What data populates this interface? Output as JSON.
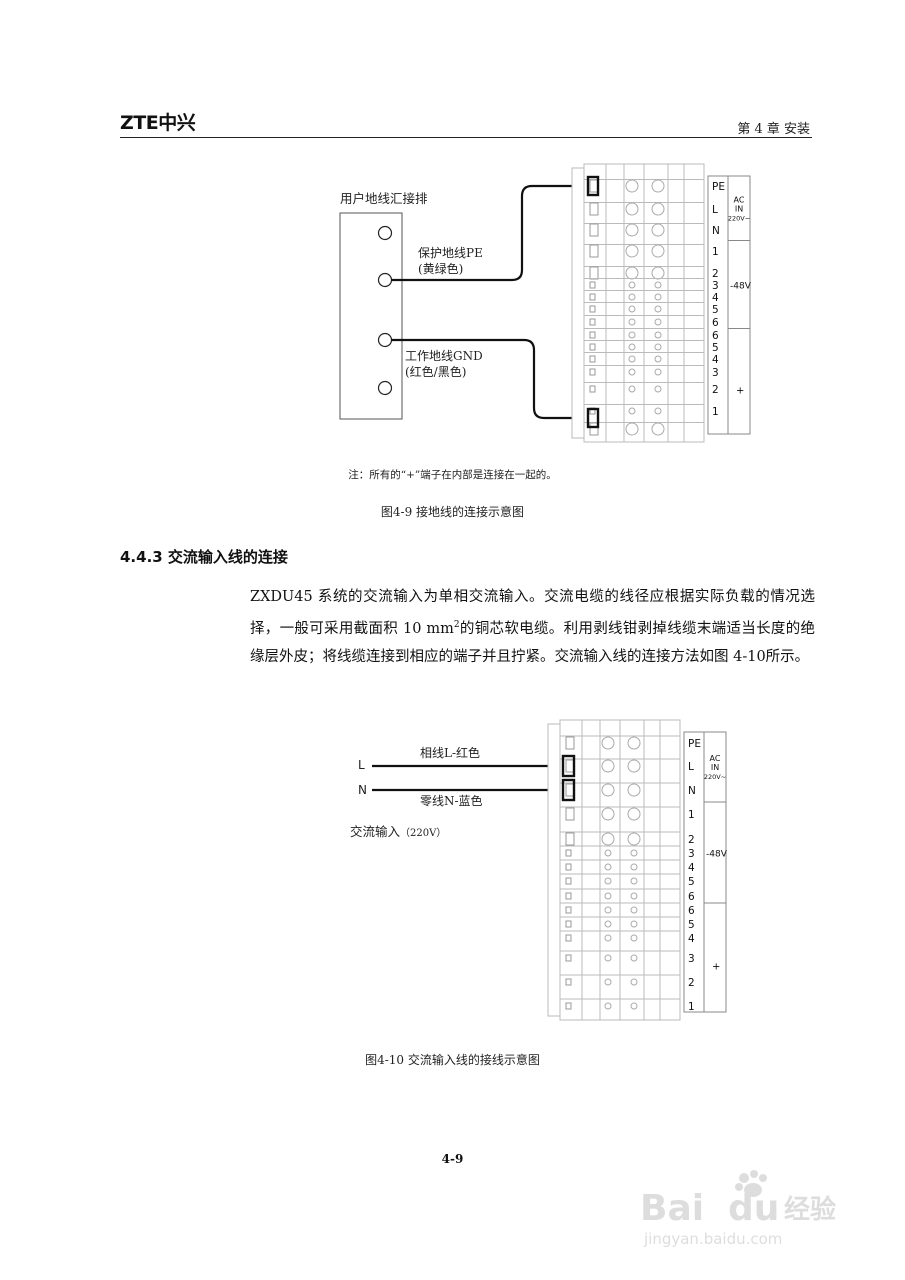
{
  "header": {
    "logo": "ZTE中兴",
    "chapter": "第 4 章 安装"
  },
  "figure1": {
    "busbar_label": "用户地线汇接排",
    "pe_label_1": "保护地线PE",
    "pe_label_2": "(黄绿色)",
    "gnd_label_1": "工作地线GND",
    "gnd_label_2": "(红色/黑色)",
    "note": "注：所有的“+”端子在内部是连接在一起的。",
    "caption": "图4-9 接地线的连接示意图"
  },
  "terminal_labels": {
    "pe": "PE",
    "l": "L",
    "n": "N",
    "ac_1": "AC",
    "ac_2": "IN",
    "ac_3": "220V~",
    "neg48": "-48V",
    "plus": "+",
    "neg_nums": [
      "1",
      "2",
      "3",
      "4",
      "5",
      "6"
    ],
    "pos_nums": [
      "6",
      "5",
      "4",
      "3",
      "2",
      "1"
    ]
  },
  "section": {
    "heading": "4.4.3 交流输入线的连接",
    "para_1": "ZXDU45 系统的交流输入为单相交流输入。交流电缆的线径应根据实际负载的情况选择，一般可采用截面积 10 mm",
    "para_sup": "2",
    "para_2": "的铜芯软电缆。利用剥线钳剥掉线缆末端适当长度的绝缘层外皮；将线缆连接到相应的端子并且拧紧。交流输入线的连接方法如图 4-10所示。"
  },
  "figure2": {
    "l_label": "L",
    "n_label": "N",
    "l_wire_label": "相线L-红色",
    "n_wire_label": "零线N-蓝色",
    "ac_input_label": "交流输入",
    "ac_input_volt": "（220V）",
    "caption": "图4-10 交流输入线的接线示意图"
  },
  "footer": {
    "page_number": "4-9"
  },
  "watermark": {
    "brand": "Baidu经验",
    "url": "jingyan.baidu.com"
  }
}
